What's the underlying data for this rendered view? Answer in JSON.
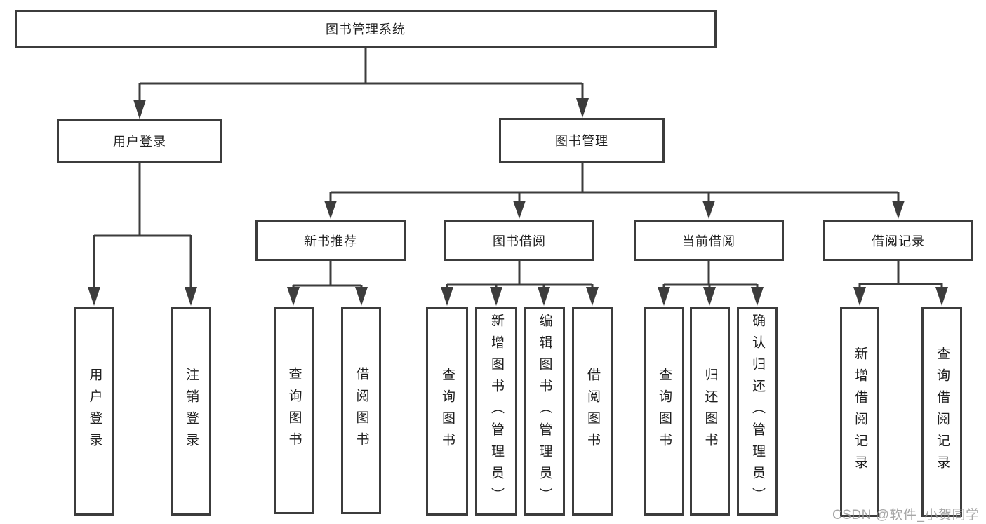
{
  "diagram_title": "图书管理系统",
  "nodes": {
    "root": {
      "label": "图书管理系统"
    },
    "user_login": {
      "label": "用户登录"
    },
    "book_mgmt": {
      "label": "图书管理"
    },
    "new_book_rec": {
      "label": "新书推荐"
    },
    "book_borrow": {
      "label": "图书借阅"
    },
    "current_borrow": {
      "label": "当前借阅"
    },
    "borrow_records": {
      "label": "借阅记录"
    },
    "leaf_user_login": {
      "label": "用户登录"
    },
    "leaf_logout": {
      "label": "注销登录"
    },
    "leaf_query_book_1": {
      "label": "查询图书"
    },
    "leaf_borrow_book_1": {
      "label": "借阅图书"
    },
    "leaf_query_book_2": {
      "label": "查询图书"
    },
    "leaf_add_book": {
      "label": "新增图书（管理员）"
    },
    "leaf_edit_book": {
      "label": "编辑图书（管理员）"
    },
    "leaf_borrow_book_2": {
      "label": "借阅图书"
    },
    "leaf_query_book_3": {
      "label": "查询图书"
    },
    "leaf_return_book": {
      "label": "归还图书"
    },
    "leaf_confirm_return": {
      "label": "确认归还（管理员）"
    },
    "leaf_add_borrow_record": {
      "label": "新增借阅记录"
    },
    "leaf_query_borrow_record": {
      "label": "查询借阅记录"
    }
  },
  "edges": [
    {
      "from": "root",
      "to": "user_login"
    },
    {
      "from": "root",
      "to": "book_mgmt"
    },
    {
      "from": "user_login",
      "to": "leaf_user_login"
    },
    {
      "from": "user_login",
      "to": "leaf_logout"
    },
    {
      "from": "book_mgmt",
      "to": "new_book_rec"
    },
    {
      "from": "book_mgmt",
      "to": "book_borrow"
    },
    {
      "from": "book_mgmt",
      "to": "current_borrow"
    },
    {
      "from": "book_mgmt",
      "to": "borrow_records"
    },
    {
      "from": "new_book_rec",
      "to": "leaf_query_book_1"
    },
    {
      "from": "new_book_rec",
      "to": "leaf_borrow_book_1"
    },
    {
      "from": "book_borrow",
      "to": "leaf_query_book_2"
    },
    {
      "from": "book_borrow",
      "to": "leaf_add_book"
    },
    {
      "from": "book_borrow",
      "to": "leaf_edit_book"
    },
    {
      "from": "book_borrow",
      "to": "leaf_borrow_book_2"
    },
    {
      "from": "current_borrow",
      "to": "leaf_query_book_3"
    },
    {
      "from": "current_borrow",
      "to": "leaf_return_book"
    },
    {
      "from": "current_borrow",
      "to": "leaf_confirm_return"
    },
    {
      "from": "borrow_records",
      "to": "leaf_add_borrow_record"
    },
    {
      "from": "borrow_records",
      "to": "leaf_query_borrow_record"
    }
  ],
  "watermark": {
    "text": "CSDN @软件_小贺同学"
  },
  "colors": {
    "line": "#3c3c3c",
    "box_border": "#3c3c3c",
    "box_fill": "#ffffff",
    "text": "#1f1f1f",
    "watermark": "#969696",
    "background": "#ffffff"
  }
}
